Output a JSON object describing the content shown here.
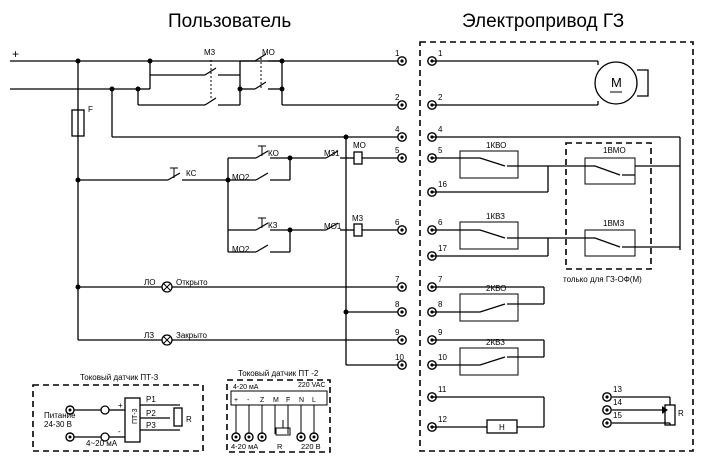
{
  "headings": {
    "left": "Пользователь",
    "right": "Электропривод ГЗ"
  },
  "supply": {
    "plus": "+",
    "minus": "-"
  },
  "labels": {
    "fuse": "F",
    "m3_contact": "М3",
    "mo_contact": "МО",
    "ks": "КС",
    "ko": "КО",
    "kz": "КЗ",
    "mo2_a": "МО2",
    "m31": "М31",
    "mo_coil": "МО",
    "mo2_b": "МО2",
    "mo1": "МО1",
    "m3_coil": "М3",
    "lo": "ЛО",
    "open": "Открыто",
    "lz": "ЛЗ",
    "closed": "Закрыто",
    "motor": "M",
    "kvo1": "1КВО",
    "vmo1": "1ВМО",
    "kvz1": "1КВЗ",
    "vmz1": "1ВМЗ",
    "only_gz": "только для ГЗ-ОФ(М)",
    "kvo2": "2КВО",
    "kvz2": "2КВЗ",
    "heater": "H",
    "r_right": "R"
  },
  "terminals_left": [
    "1",
    "2",
    "4",
    "5",
    "6",
    "7",
    "8",
    "9",
    "10"
  ],
  "terminals_right": [
    "1",
    "2",
    "4",
    "5",
    "16",
    "6",
    "17",
    "7",
    "8",
    "9",
    "10",
    "11",
    "12",
    "13",
    "14",
    "15"
  ],
  "pt3": {
    "title": "Токовый датчик ПТ-3",
    "device": "ПТ-3",
    "power": "Питание",
    "power_v": "24-30 В",
    "p1": "Р1",
    "p2": "Р2",
    "p3": "Р3",
    "r": "R",
    "plus": "+",
    "minus": "-",
    "out": "4~20 мА"
  },
  "pt2": {
    "title": "Токовый датчик ПТ -2",
    "out_top": "4-20 мА",
    "vac": "220 VAC",
    "pins": [
      "+",
      "-",
      "Z",
      "M",
      "F",
      "N",
      "L"
    ],
    "bottom_left": "4-20 мА",
    "bottom_r": "R",
    "bottom_right": "220 В"
  }
}
